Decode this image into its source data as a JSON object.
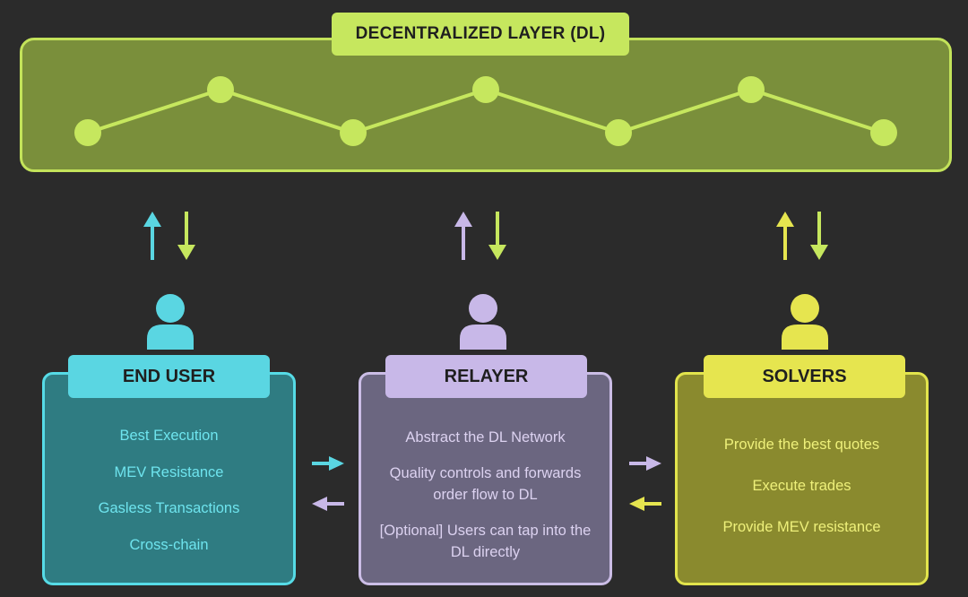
{
  "layer": {
    "title": "DECENTRALIZED LAYER (DL)",
    "node_color": "#c6e75e",
    "line_color": "#c6e75e",
    "box_fill": "#7a8f3b"
  },
  "roles": [
    {
      "key": "enduser",
      "title": "END USER",
      "color": "#5ad6e2",
      "down_arrow_color": "#c6e75e",
      "items": [
        "Best Execution",
        "MEV Resistance",
        "Gasless Transactions",
        "Cross-chain"
      ]
    },
    {
      "key": "relayer",
      "title": "RELAYER",
      "color": "#c8b8e8",
      "down_arrow_color": "#c6e75e",
      "items": [
        "Abstract the DL Network",
        "Quality controls and forwards order flow to DL",
        "[Optional] Users can tap into the DL directly"
      ]
    },
    {
      "key": "solvers",
      "title": "SOLVERS",
      "color": "#e6e54f",
      "down_arrow_color": "#c6e75e",
      "items": [
        "Provide the best quotes",
        "Execute trades",
        "Provide MEV resistance"
      ]
    }
  ],
  "flow_arrows": {
    "enduser_to_relayer_color": "#5ad6e2",
    "relayer_to_enduser_color": "#c8b8e8",
    "relayer_to_solvers_color": "#c8b8e8",
    "solvers_to_relayer_color": "#e6e54f"
  }
}
